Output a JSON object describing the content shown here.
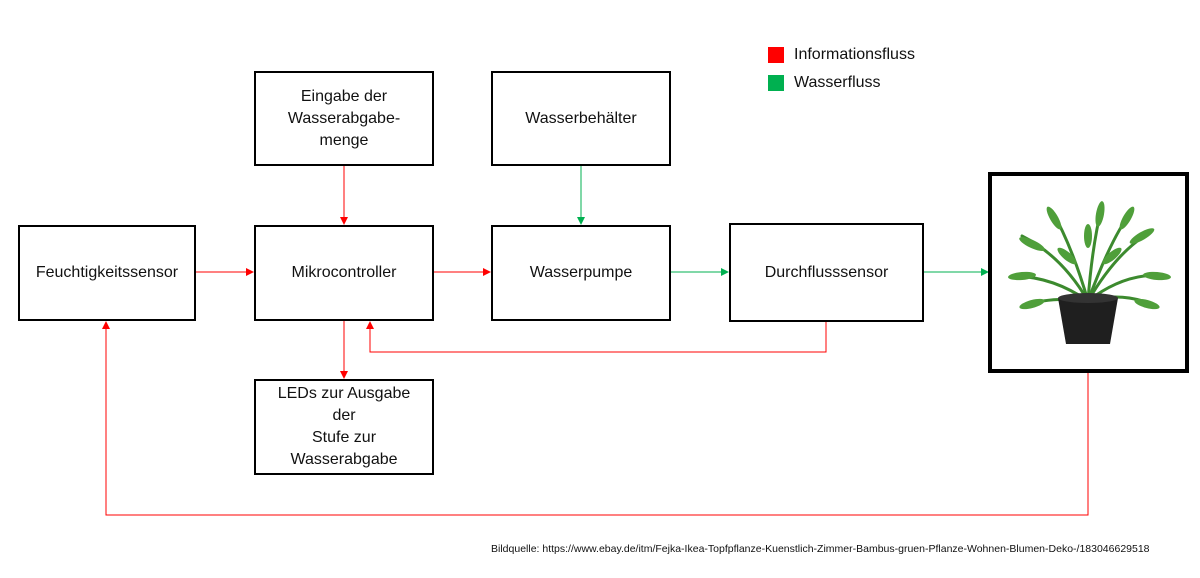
{
  "nodes": {
    "feuchtigkeitssensor": "Feuchtigkeitssensor",
    "mikrocontroller": "Mikrocontroller",
    "wasserpumpe": "Wasserpumpe",
    "durchflusssensor": "Durchflusssensor",
    "eingabe": "Eingabe der\nWasserabgabe-\nmenge",
    "wasserbehaelter": "Wasserbehälter",
    "leds": "LEDs zur Ausgabe der\nStufe zur\nWasserabgabe"
  },
  "legend": {
    "info_label": "Informationsfluss",
    "wasser_label": "Wasserfluss"
  },
  "colors": {
    "information": "#ff0000",
    "water": "#00b050",
    "plant_green": "#3c8a2e",
    "pot": "#1f1f1f"
  },
  "plant_image": {
    "icon": "potted-plant-icon"
  },
  "source_text": "Bildquelle: https://www.ebay.de/itm/Fejka-Ikea-Topfpflanze-Kuenstlich-Zimmer-Bambus-gruen-Pflanze-Wohnen-Blumen-Deko-/183046629518"
}
